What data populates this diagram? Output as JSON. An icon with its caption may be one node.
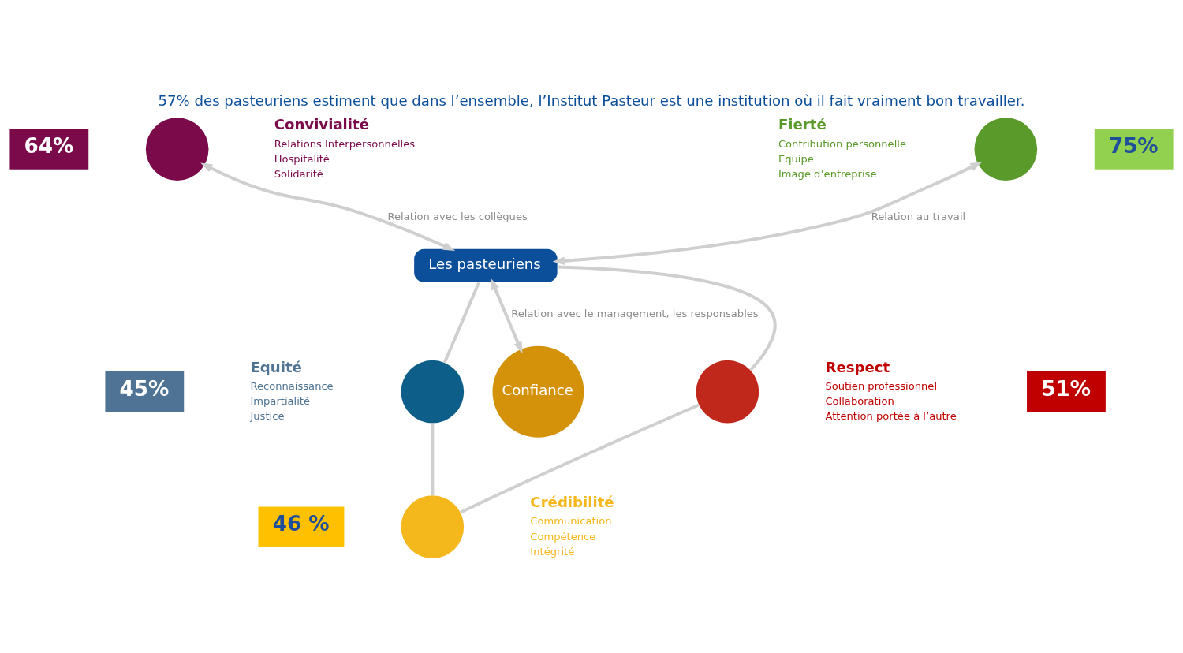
{
  "diagram": {
    "title": "57% des pasteuriens estiment que dans l’ensemble, l’Institut Pasteur est une institution où il fait vraiment bon travailler.",
    "nodes": [
      {
        "text": [
          "Les pasteuriens"
        ]
      },
      {
        "text": [
          "64%"
        ]
      },
      {
        "text": [],
        "shape": "circle",
        "beside": [
          "Convivialité",
          "Relations Interpersonnelles",
          "Hospitalité",
          "Solidarité"
        ]
      },
      {
        "text": [
          "75%"
        ]
      },
      {
        "text": [],
        "shape": "circle",
        "beside": [
          "Fierté",
          "Contribution personnelle",
          "Equipe",
          "Image d’entreprise"
        ]
      },
      {
        "text": [
          "45%"
        ]
      },
      {
        "text": [],
        "shape": "circle",
        "beside": [
          "Equité",
          "Reconnaissance",
          "Impartialité",
          "Justice"
        ]
      },
      {
        "text": [
          "Confiance"
        ]
      },
      {
        "text": [
          "51%"
        ]
      },
      {
        "text": [],
        "shape": "circle",
        "beside": [
          "Respect",
          "Soutien professionnel",
          "Collaboration",
          "Attention portée à l’autre"
        ]
      },
      {
        "text": [
          "46 %"
        ]
      },
      {
        "text": [],
        "shape": "circle",
        "beside": [
          "Crédibilité",
          "Communication",
          "Compétence",
          "Intégrité"
        ]
      }
    ],
    "edges": [
      {
        "from": 0,
        "to": 2,
        "arrow": "both",
        "label": "Relation avec les collègues"
      },
      {
        "from": 0,
        "to": 4,
        "arrow": "both",
        "label": "Relation au travail"
      },
      {
        "from": 0,
        "to": 7,
        "arrow": "both",
        "label": "Relation avec le management, les responsables"
      },
      {
        "from": 0,
        "to": 6,
        "arrow": "none"
      },
      {
        "from": 6,
        "to": 11,
        "arrow": "none"
      },
      {
        "from": 11,
        "to": 9,
        "arrow": "none"
      },
      {
        "from": 9,
        "to": 0,
        "arrow": "none"
      }
    ]
  }
}
